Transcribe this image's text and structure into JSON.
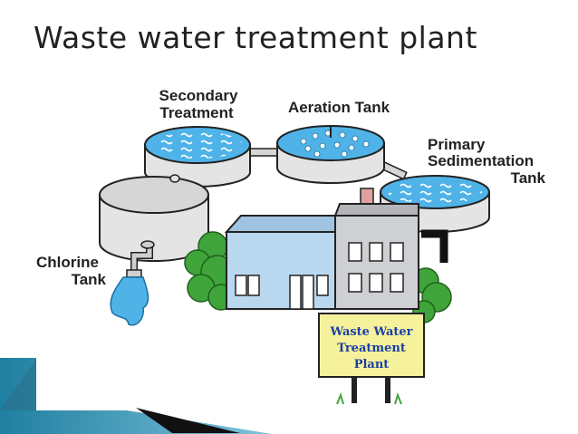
{
  "slide": {
    "title": "Waste water treatment plant"
  },
  "labels": {
    "secondary": [
      "Secondary",
      "Treatment"
    ],
    "aeration": [
      "Aeration Tank"
    ],
    "primary": [
      "Primary",
      "Sedimentation",
      "Tank"
    ],
    "chlorine": [
      "Chlorine",
      "Tank"
    ]
  },
  "sign": {
    "lines": [
      "Waste Water",
      "Treatment",
      "Plant"
    ]
  },
  "colors": {
    "water": "#4fb3e8",
    "tank_body": "#e4e4e4",
    "tank_outline": "#222222",
    "building_left": "#b9d7ef",
    "building_right": "#cfd0d4",
    "bush": "#3fa53a",
    "sign_bg": "#f6f29b",
    "sign_text": "#1a3fa8",
    "accent_teal": "#1f7fa0"
  }
}
